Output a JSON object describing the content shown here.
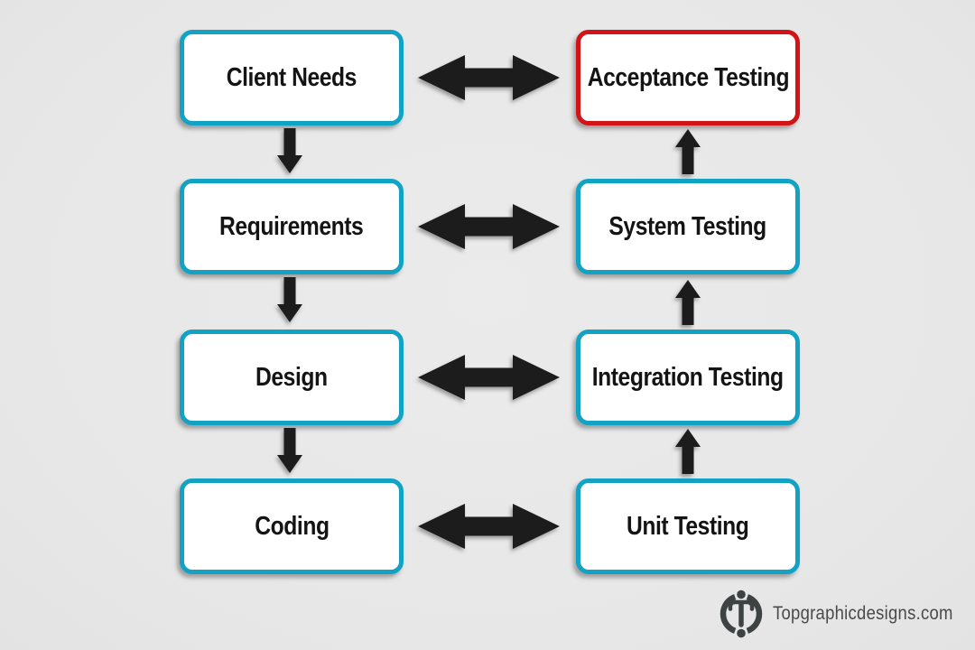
{
  "diagram": {
    "type": "flowchart",
    "left_column": [
      {
        "label": "Client Needs"
      },
      {
        "label": "Requirements"
      },
      {
        "label": "Design"
      },
      {
        "label": "Coding"
      }
    ],
    "right_column": [
      {
        "label": "Acceptance Testing",
        "highlighted": true
      },
      {
        "label": "System Testing",
        "highlighted": false
      },
      {
        "label": "Integration Testing",
        "highlighted": false
      },
      {
        "label": "Unit Testing",
        "highlighted": false
      }
    ],
    "connections": {
      "horizontal_bidirectional": [
        "Client Needs ↔ Acceptance Testing",
        "Requirements ↔ System Testing",
        "Design ↔ Integration Testing",
        "Coding ↔ Unit Testing"
      ],
      "left_column_flow": "downward",
      "right_column_flow": "upward"
    },
    "colors": {
      "box_border": "#12a3c4",
      "highlight_border": "#d11418",
      "box_fill": "#ffffff",
      "arrow": "#1c1c1c",
      "text": "#141414",
      "background": "#e8e8e8"
    }
  },
  "footer": {
    "brand": "Topgraphicdesigns.com",
    "icon": "t-monogram-circle-icon",
    "color": "#4a4a4a"
  }
}
